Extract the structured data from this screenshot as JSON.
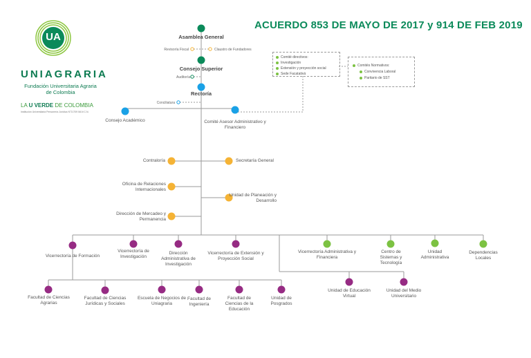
{
  "header": {
    "title": "ACUERDO 853  DE  MAYO DE 2017 y 914 DE FEB 2019",
    "logo_text": "UA",
    "brand": "UNIAGRARIA",
    "brand_sub": "Fundación Universitaria Agraria de Colombia",
    "slogan_a": "LA ",
    "slogan_b": "U VERDE",
    "slogan_c": " DE COLOMBIA",
    "fineprint": "Institución Universitaria Personería Jurídica N°21709 MLN C.N."
  },
  "colors": {
    "green_dark": "#0b8a5a",
    "blue": "#1aa1e6",
    "orange": "#f5b335",
    "purple": "#962b83",
    "lime": "#7cc242"
  },
  "top": {
    "asamblea": "Asamblea General",
    "revisoria": "Revisoría Fiscal",
    "claustro": "Claustro de Fundadores",
    "consejo_superior": "Consejo Superior",
    "auditoria": "Auditoría",
    "rectoria": "Rectoría",
    "conciliatura": "Conciliatura",
    "consejo_academico": "Consejo Académico",
    "comite_asesor": "Comité Asesor Administrativo y Financiero"
  },
  "committee_box": {
    "heading": "Comité directivos:",
    "items": [
      "Investigación",
      "Extensión y proyección social",
      "Sede Facatativá"
    ]
  },
  "normative_box": {
    "heading": "Comités Normativos:",
    "items": [
      "Convivencia Laboral",
      "Paritario de SST"
    ]
  },
  "staff": {
    "contraloria": "Contraloría",
    "secretaria": "Secretaría General",
    "relaciones": "Oficina de Relaciones Internacionales",
    "planeacion": "Unidad de Planeación y Desarrollo",
    "mercadeo": "Dirección de Mercadeo y Permanencia"
  },
  "vice": {
    "formacion": "Vicerrectoría de Formación",
    "investigacion": "Vicerrectoría de Investigación",
    "dir_investigacion": "Dirección Administrativa de Investigación",
    "extension": "Vicerrectoría de Extensión y Proyección Social",
    "administrativa": "Vicerrectoría Administrativa y Financiera",
    "sistemas": "Centro de Sistemas y Tecnología",
    "unidad_admin": "Unidad Administrativa",
    "dependencias": "Dependencias Locales",
    "educacion_virtual": "Unidad de Educación Virtual",
    "medio": "Unidad del Medio Universitario"
  },
  "faculties": {
    "agrarias": "Facultad de Ciencias Agrarias",
    "juridicas": "Facultad de Ciencias Jurídicas y Sociales",
    "negocios": "Escuela de Negocios de Uniagraria",
    "ingenieria": "Facultad de Ingeniería",
    "educacion": "Facultad de Ciencias de la Educación",
    "posgrados": "Unidad de Posgrados"
  }
}
